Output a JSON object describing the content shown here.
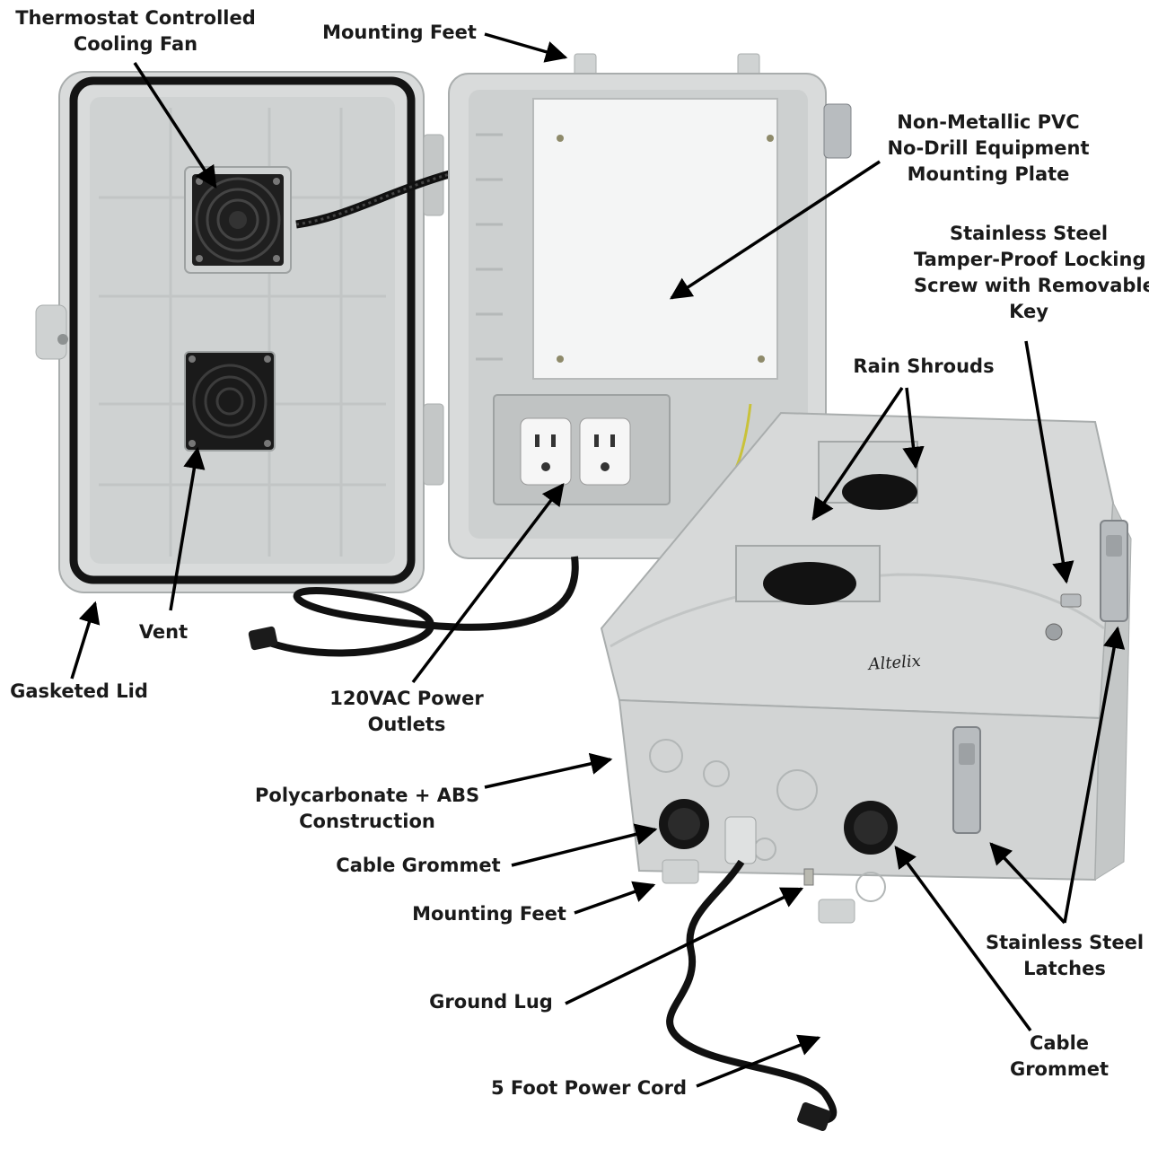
{
  "brand": "Altelix",
  "colors": {
    "enclosure": "#d9dbdb",
    "enclosure_shade": "#c4c7c7",
    "enclosure_dark": "#a9adad",
    "gasket": "#141414",
    "fan": "#1f1f1f",
    "cord": "#111111",
    "plate": "#f4f5f5",
    "latch": "#b8bcbf",
    "ground_wire": "#c9c23a",
    "arrow": "#000000"
  },
  "labels": {
    "cooling_fan": [
      "Thermostat Controlled",
      "Cooling Fan"
    ],
    "mounting_feet_top": [
      "Mounting Feet"
    ],
    "mounting_plate": [
      "Non-Metallic PVC",
      "No-Drill Equipment",
      "Mounting Plate"
    ],
    "locking_screw": [
      "Stainless Steel",
      "Tamper-Proof Locking",
      "Screw with Removable",
      "Key"
    ],
    "rain_shrouds": [
      "Rain Shrouds"
    ],
    "vent": [
      "Vent"
    ],
    "gasketed_lid": [
      "Gasketed Lid"
    ],
    "outlets": [
      "120VAC Power",
      "Outlets"
    ],
    "construction": [
      "Polycarbonate + ABS",
      "Construction"
    ],
    "grommet_left": [
      "Cable Grommet"
    ],
    "mounting_feet_bottom": [
      "Mounting Feet"
    ],
    "latches": [
      "Stainless Steel",
      "Latches"
    ],
    "ground_lug": [
      "Ground Lug"
    ],
    "grommet_right": [
      "Cable",
      "Grommet"
    ],
    "power_cord": [
      "5 Foot Power Cord"
    ]
  }
}
